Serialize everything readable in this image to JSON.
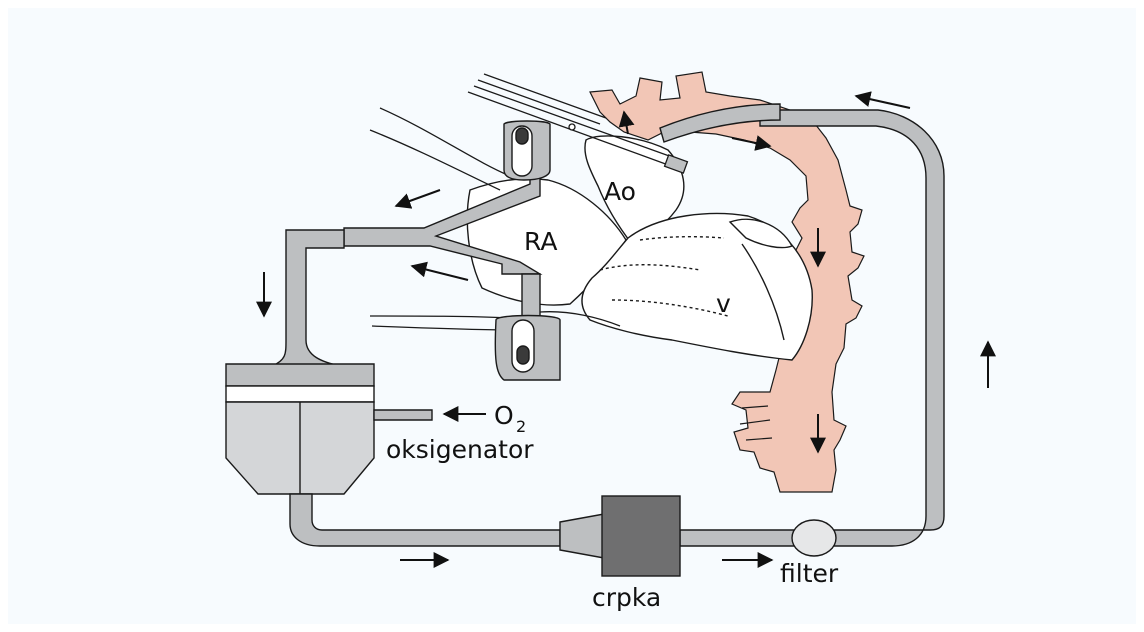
{
  "diagram": {
    "labels": {
      "ao": "Ao",
      "ra": "RA",
      "v": "v",
      "o2_letter": "O",
      "o2_subscript": "2",
      "oxygenator": "oksigenator",
      "pump": "crpka",
      "filter": "filter"
    },
    "colors": {
      "background": "#ffffff",
      "panel": "#f7fbfe",
      "tube_fill": "#bdbfc1",
      "outline": "#1a1a1a",
      "aorta": "#f2c6b6",
      "pump_fill": "#6f6f70",
      "oxygenator_light": "#d4d6d8",
      "filter_fill": "#e6e7e8"
    }
  }
}
